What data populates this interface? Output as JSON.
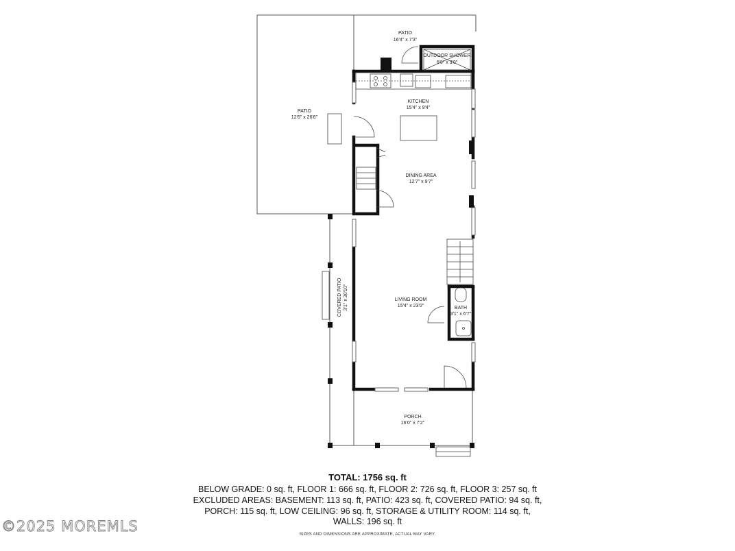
{
  "rooms": {
    "patio_top": {
      "name": "PATIO",
      "dims": "16'4\" x 7'3\""
    },
    "outdoor_shower": {
      "name": "OUTDOOR SHOWER",
      "dims": "6'8\" x 3'0\""
    },
    "kitchen": {
      "name": "KITCHEN",
      "dims": "15'4\" x 9'4\""
    },
    "patio_left": {
      "name": "PATIO",
      "dims": "12'6\" x 26'6\""
    },
    "dining": {
      "name": "DINING AREA",
      "dims": "12'7\" x 9'7\""
    },
    "covered_patio": {
      "name": "COVERED PATIO",
      "dims": "3'1\" x 30'10\""
    },
    "living": {
      "name": "LIVING ROOM",
      "dims": "15'4\" x 23'0\""
    },
    "bath": {
      "name": "BATH",
      "dims": "3'1\" x 6'7\""
    },
    "porch": {
      "name": "PORCH",
      "dims": "16'0\" x 7'2\""
    }
  },
  "summary": {
    "total": "TOTAL: 1756 sq. ft",
    "line1": "BELOW GRADE: 0 sq. ft, FLOOR 1: 666 sq. ft, FLOOR 2: 726 sq. ft, FLOOR 3: 257 sq. ft",
    "line2": "EXCLUDED AREAS: BASEMENT: 113 sq. ft, PATIO: 423 sq. ft, COVERED PATIO: 94 sq. ft,",
    "line3": "PORCH: 115 sq. ft, LOW CEILING: 96 sq. ft, STORAGE & UTILITY ROOM: 114 sq. ft,",
    "line4": "WALLS: 196 sq. ft",
    "note": "SIZES AND DIMENSIONS ARE APPROXIMATE, ACTUAL MAY VARY."
  },
  "watermark": "©2025 MOREMLS"
}
